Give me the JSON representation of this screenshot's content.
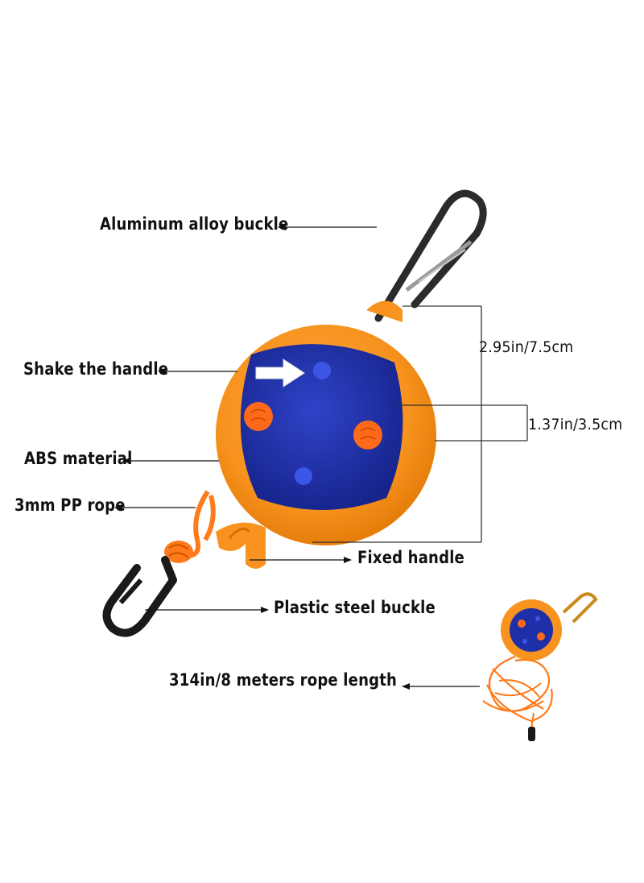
{
  "labels": {
    "aluminum_buckle": "Aluminum alloy buckle",
    "shake_handle": "Shake the handle",
    "abs_material": "ABS material",
    "pp_rope": "3mm PP rope",
    "fixed_handle": "Fixed handle",
    "plastic_buckle": "Plastic steel buckle",
    "rope_length": "314in/8 meters rope length"
  },
  "dimensions": {
    "outer_diameter": "2.95in/7.5cm",
    "inner_diameter": "1.37in/3.5cm"
  },
  "colors": {
    "housing_orange": "#f7931e",
    "reel_blue": "#1f2fa8",
    "rope_orange": "#ff7a1a",
    "carabiner_dark": "#2b2b2b",
    "arrow_white": "#ffffff"
  }
}
